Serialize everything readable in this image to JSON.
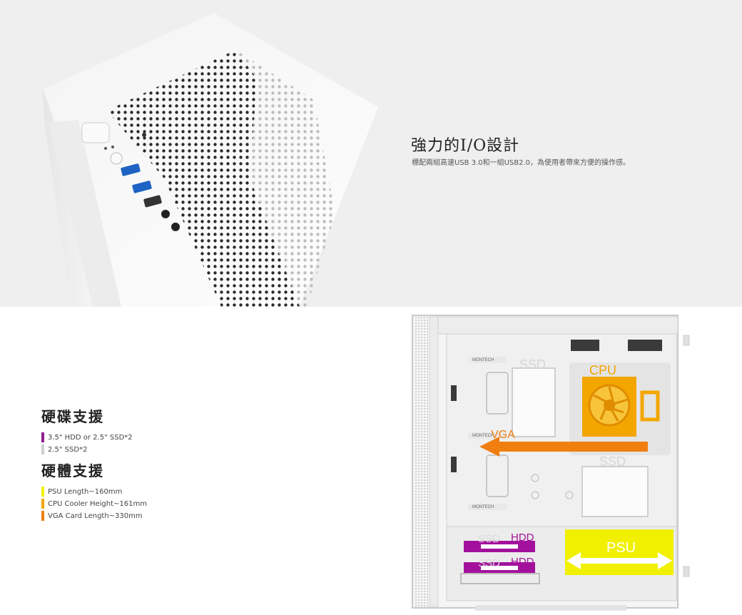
{
  "io_section": {
    "title": "強力的I/O設計",
    "description": "標配兩組高速USB 3.0和一組USB2.0，為使用者帶來方便的操作感。"
  },
  "storage_support": {
    "heading": "硬碟支援",
    "items": [
      {
        "text": "3.5\" HDD or 2.5\" SSD*2",
        "color": "#8e1e8e"
      },
      {
        "text": "2.5\" SSD*2",
        "color": "#cfcfcf"
      }
    ]
  },
  "hardware_support": {
    "heading": "硬體支援",
    "items": [
      {
        "text": "PSU Length~160mm",
        "color": "#f2f200"
      },
      {
        "text": "CPU Cooler Height~161mm",
        "color": "#f2a600"
      },
      {
        "text": "VGA Card Length~330mm",
        "color": "#f07f10"
      }
    ]
  },
  "case_diagram": {
    "brand": "MONTECH",
    "labels": {
      "ssd_top": "SSD",
      "cpu": "CPU",
      "vga": "VGA",
      "ssd_mid": "SSD",
      "ssd_bottom_1": "SSD",
      "hdd_bottom_1": "HDD",
      "ssd_bottom_2": "SSD",
      "hdd_bottom_2": "HDD",
      "psu": "PSU"
    },
    "colors": {
      "cpu": "#f3a600",
      "vga": "#f07f10",
      "psu": "#f0f000",
      "hdd": "#a3119c",
      "ssd_outline": "#dadada"
    }
  }
}
